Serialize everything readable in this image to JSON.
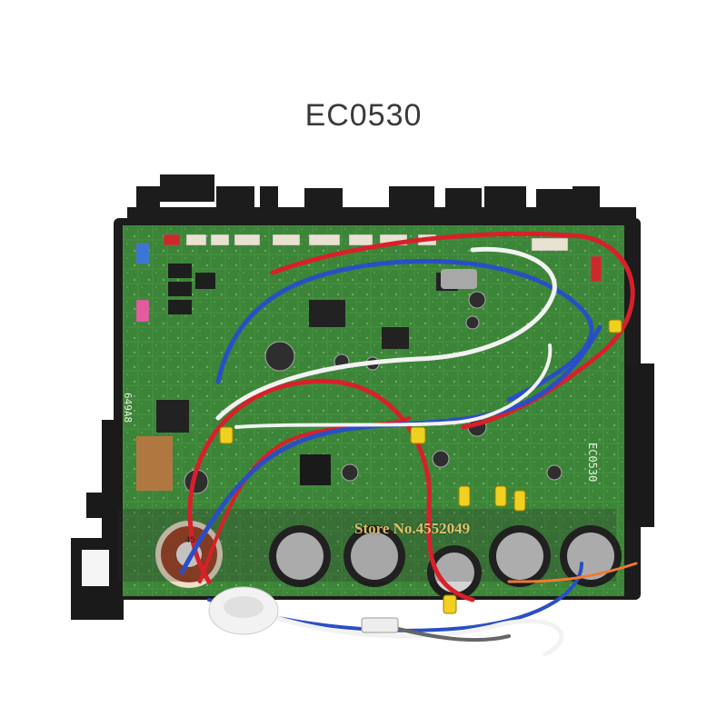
{
  "product": {
    "title": "EC0530"
  },
  "board": {
    "part_label": "649A8",
    "side_label": "EC0530",
    "core_label": "45"
  },
  "watermark": {
    "text": "Store No.4552049"
  },
  "colors": {
    "pcb_green": "#3f8a3c",
    "chassis_black": "#1c1c1c",
    "wire_red": "#d8202a",
    "wire_blue": "#2a4fc4",
    "wire_white": "#f2f2f2",
    "terminal_yellow": "#f0d020"
  }
}
